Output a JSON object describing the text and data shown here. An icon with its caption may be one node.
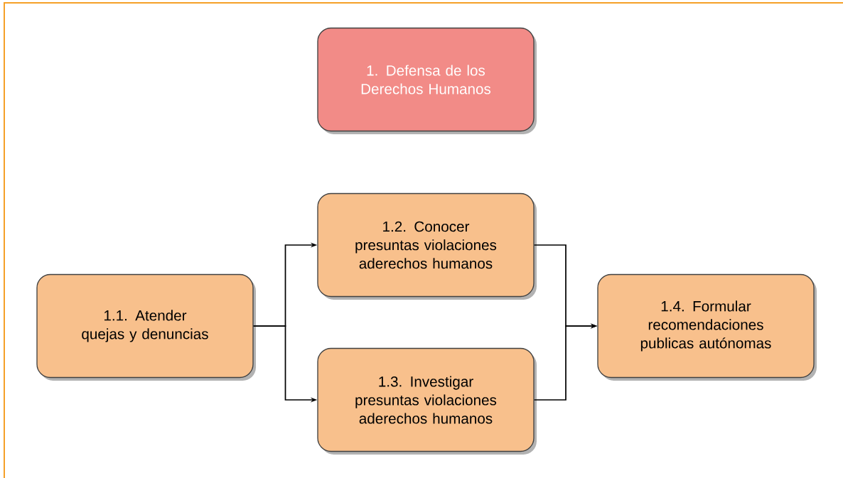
{
  "diagram": {
    "nodes": [
      {
        "text": [
          "1. Defensa de los Derechos Humanos"
        ]
      },
      {
        "text": [
          "1.1. Atender quejas y denuncias"
        ]
      },
      {
        "text": [
          "1.2. Conocer presuntas violaciones aderechos humanos"
        ]
      },
      {
        "text": [
          "1.3. Investigar presuntas violaciones aderechos humanos"
        ]
      },
      {
        "text": [
          "1.4. Formular recomendaciones publicas autónomas"
        ]
      }
    ],
    "edges": [
      {
        "from": 1,
        "to": 2,
        "arrow": "to"
      },
      {
        "from": 1,
        "to": 3,
        "arrow": "to"
      },
      {
        "from": 2,
        "to": 4,
        "arrow": "to"
      },
      {
        "from": 3,
        "to": 4,
        "arrow": "to"
      }
    ]
  }
}
